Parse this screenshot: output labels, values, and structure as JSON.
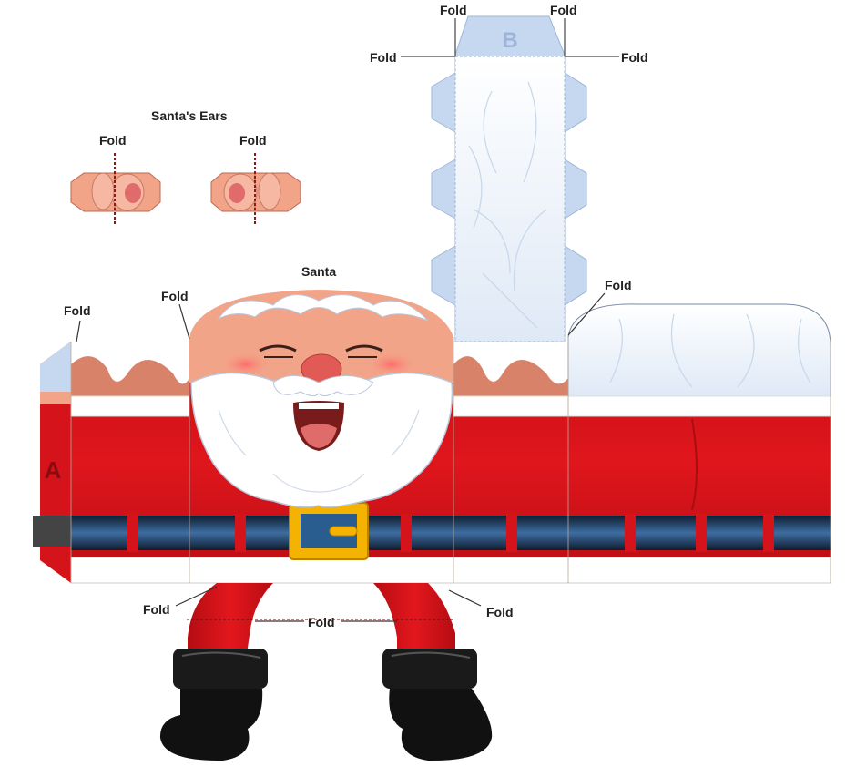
{
  "labels": {
    "ears_title": "Santa's Ears",
    "santa_title": "Santa",
    "fold": "Fold",
    "tab_a": "A",
    "tab_b": "B"
  },
  "colors": {
    "skin": "#f2a488",
    "skin_dark": "#d9826a",
    "suit_red": "#d4131a",
    "suit_dark": "#a80d12",
    "fur": "#ffffff",
    "belt_blue": "#2a5d8f",
    "belt_dark": "#0d1e33",
    "buckle": "#f4b300",
    "boot": "#111111",
    "hat_panel": "#c6d8ef",
    "outline": "#7a8aa6"
  }
}
